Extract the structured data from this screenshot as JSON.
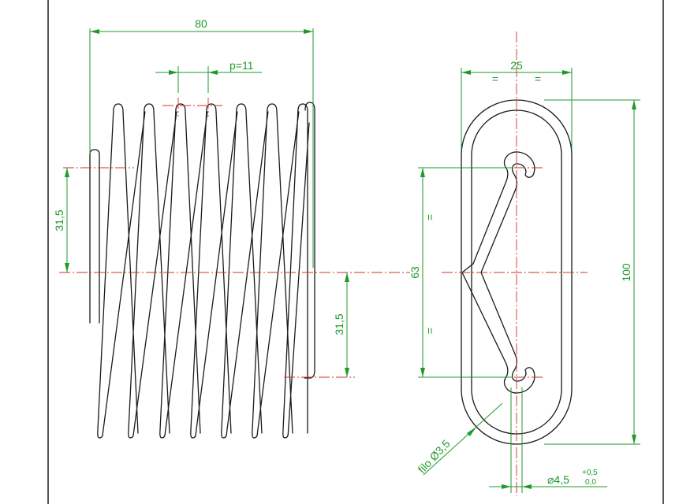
{
  "dimensions": {
    "spring_length": "80",
    "pitch": "p=11",
    "half_height_top": "31,5",
    "half_height_bottom": "31,5",
    "hook_width": "25",
    "hook_width_equal_left": "=",
    "hook_width_equal_right": "=",
    "hook_span": "63",
    "hook_span_equal_top": "=",
    "hook_span_equal_bottom": "=",
    "overall_height": "100",
    "wire_diameter": "filo Ø3,5",
    "hole_diameter": "⌀4,5",
    "hole_tol_upper": "+0,5",
    "hole_tol_lower": "0,0"
  },
  "colors": {
    "dimension": "#1f9a2a",
    "centerline": "#d0302a",
    "outline": "#1a1a1a"
  }
}
